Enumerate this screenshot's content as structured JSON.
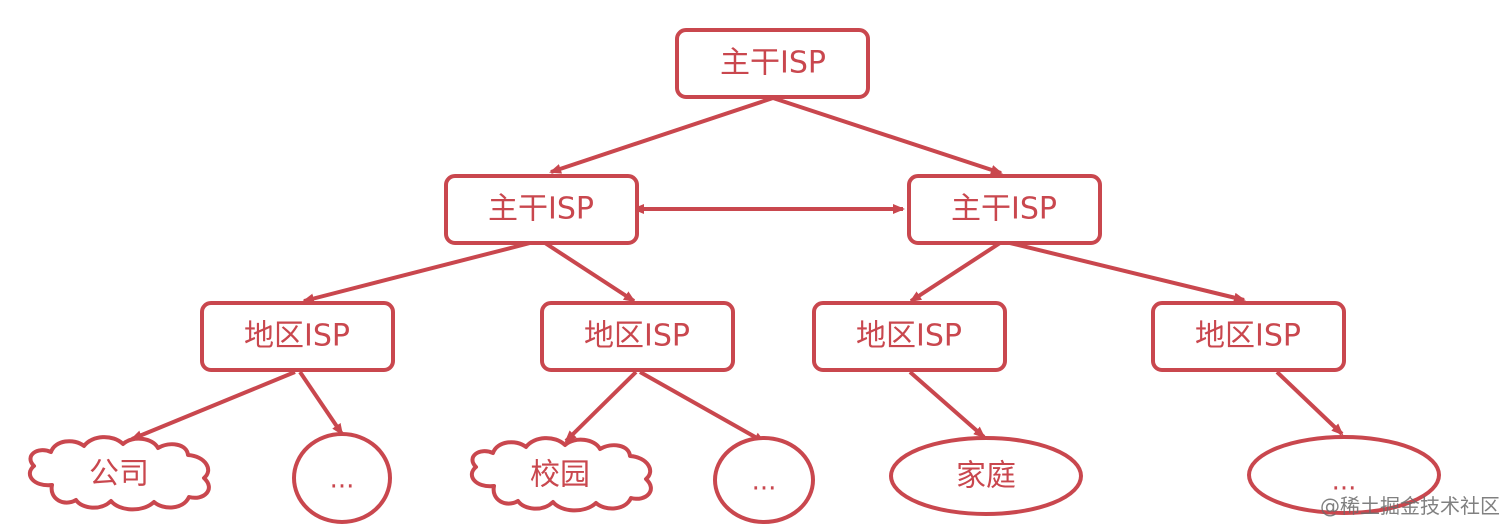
{
  "colors": {
    "stroke": "#c9474e",
    "text": "#c9474e",
    "background": "#ffffff",
    "watermark": "#6b6b6b"
  },
  "nodes": {
    "backbone_top": {
      "label": "主干ISP"
    },
    "backbone_left": {
      "label": "主干ISP"
    },
    "backbone_right": {
      "label": "主干ISP"
    },
    "regional_1": {
      "label": "地区ISP"
    },
    "regional_2": {
      "label": "地区ISP"
    },
    "regional_3": {
      "label": "地区ISP"
    },
    "regional_4": {
      "label": "地区ISP"
    },
    "leaf_company": {
      "label": "公司"
    },
    "leaf_dots_1": {
      "label": "..."
    },
    "leaf_campus": {
      "label": "校园"
    },
    "leaf_dots_2": {
      "label": "..."
    },
    "leaf_home": {
      "label": "家庭"
    },
    "leaf_dots_3": {
      "label": "..."
    }
  },
  "watermark": {
    "text": "@稀土掘金技术社区"
  }
}
